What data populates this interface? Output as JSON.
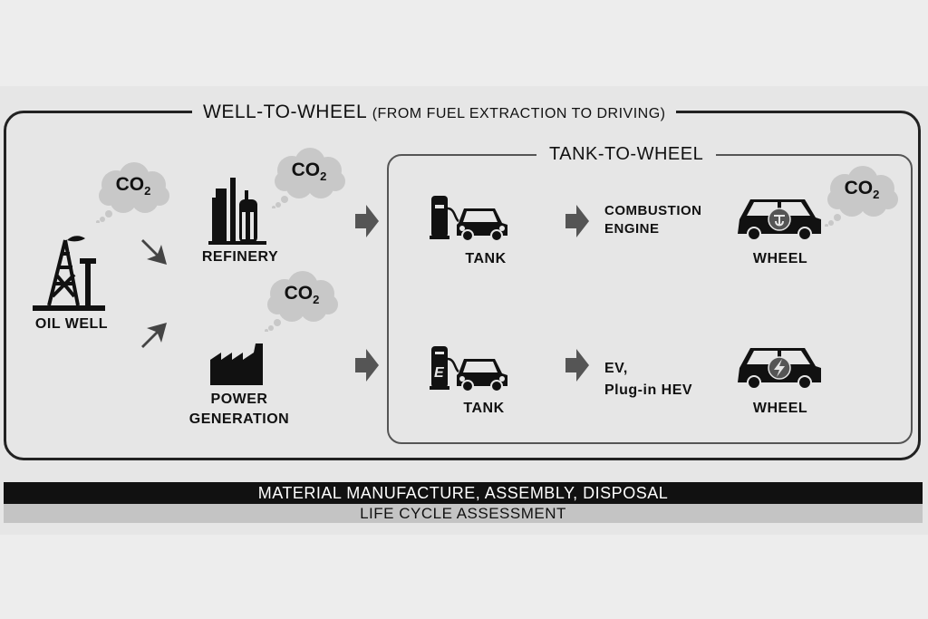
{
  "outer": {
    "title": "WELL-TO-WHEEL",
    "subtitle": "(FROM FUEL EXTRACTION TO DRIVING)"
  },
  "inner": {
    "title": "TANK-TO-WHEEL"
  },
  "co2": {
    "main": "CO",
    "sub": "2"
  },
  "nodes": {
    "oil_well": "OIL WELL",
    "refinery": "REFINERY",
    "power_line1": "POWER",
    "power_line2": "GENERATION",
    "tank_top": "TANK",
    "tank_bottom": "TANK",
    "engine_line1": "COMBUSTION",
    "engine_line2": "ENGINE",
    "ev_line1": "EV,",
    "ev_line2": "Plug-in HEV",
    "wheel_top": "WHEEL",
    "wheel_bottom": "WHEEL"
  },
  "bars": {
    "black": "MATERIAL MANUFACTURE, ASSEMBLY, DISPOSAL",
    "grey": "LIFE CYCLE ASSESSMENT"
  },
  "colors": {
    "background": "#ededed",
    "panel": "#e6e6e6",
    "cloud": "#c8c8c8",
    "bar_black": "#111111",
    "bar_grey": "#c4c4c4"
  }
}
